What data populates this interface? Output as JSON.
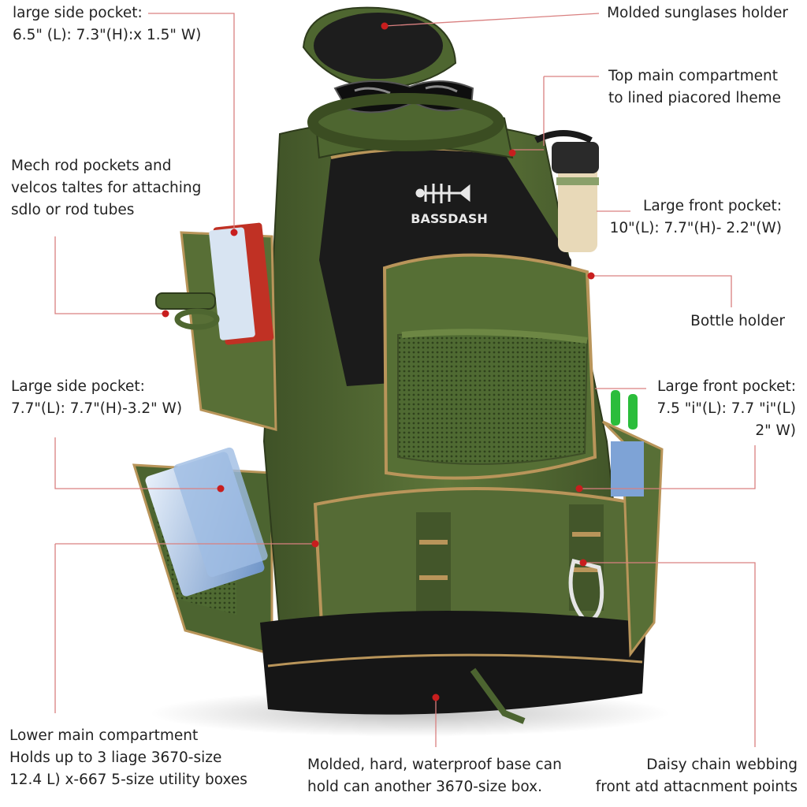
{
  "callouts": {
    "side_pocket_top": {
      "lines": [
        "large side pocket:",
        "6.5\" (L): 7.3\"(H):x 1.5\" W)"
      ]
    },
    "sunglasses": {
      "lines": [
        "Molded sunglases holder"
      ]
    },
    "top_main": {
      "lines": [
        "Top main compartment",
        "to lined piacored lheme"
      ]
    },
    "rod_pockets": {
      "lines": [
        "Mech rod pockets and",
        "velcos taltes for attaching",
        "sdlo or rod tubes"
      ]
    },
    "front_pocket_top": {
      "lines": [
        "Large front pocket:",
        "10\"(L): 7.7\"(H)- 2.2\"(W)"
      ]
    },
    "bottle_holder": {
      "lines": [
        "Bottle holder"
      ]
    },
    "side_pocket_mid": {
      "lines": [
        "Large side pocket:",
        "7.7\"(L): 7.7\"(H)-3.2\" W)"
      ]
    },
    "front_pocket_mid": {
      "lines": [
        "Large front pocket:",
        "7.5 \"i\"(L): 7.7 \"i\"(L)",
        "2\" W)"
      ]
    },
    "lower_main": {
      "lines": [
        "Lower main compartment",
        "Holds up to 3 liage 3670-size",
        "12.4 L) x-667 5-size utility boxes"
      ]
    },
    "base": {
      "lines": [
        "Molded, hard, waterproof base can",
        "hold can another 3670-size box."
      ]
    },
    "daisy_chain": {
      "lines": [
        "Daisy chain webbing",
        "front atd attacnment points"
      ]
    }
  },
  "product": {
    "brand_logo_text": "BASSDASH",
    "logo_icon": "fish-skeleton-icon"
  },
  "colors": {
    "bag_green": "#556b35",
    "bag_green_dark": "#3e4f27",
    "panel_black": "#1b1b1b",
    "piping_tan": "#b9955a",
    "leader_line": "#d98080",
    "dot_red": "#c81e1e"
  }
}
